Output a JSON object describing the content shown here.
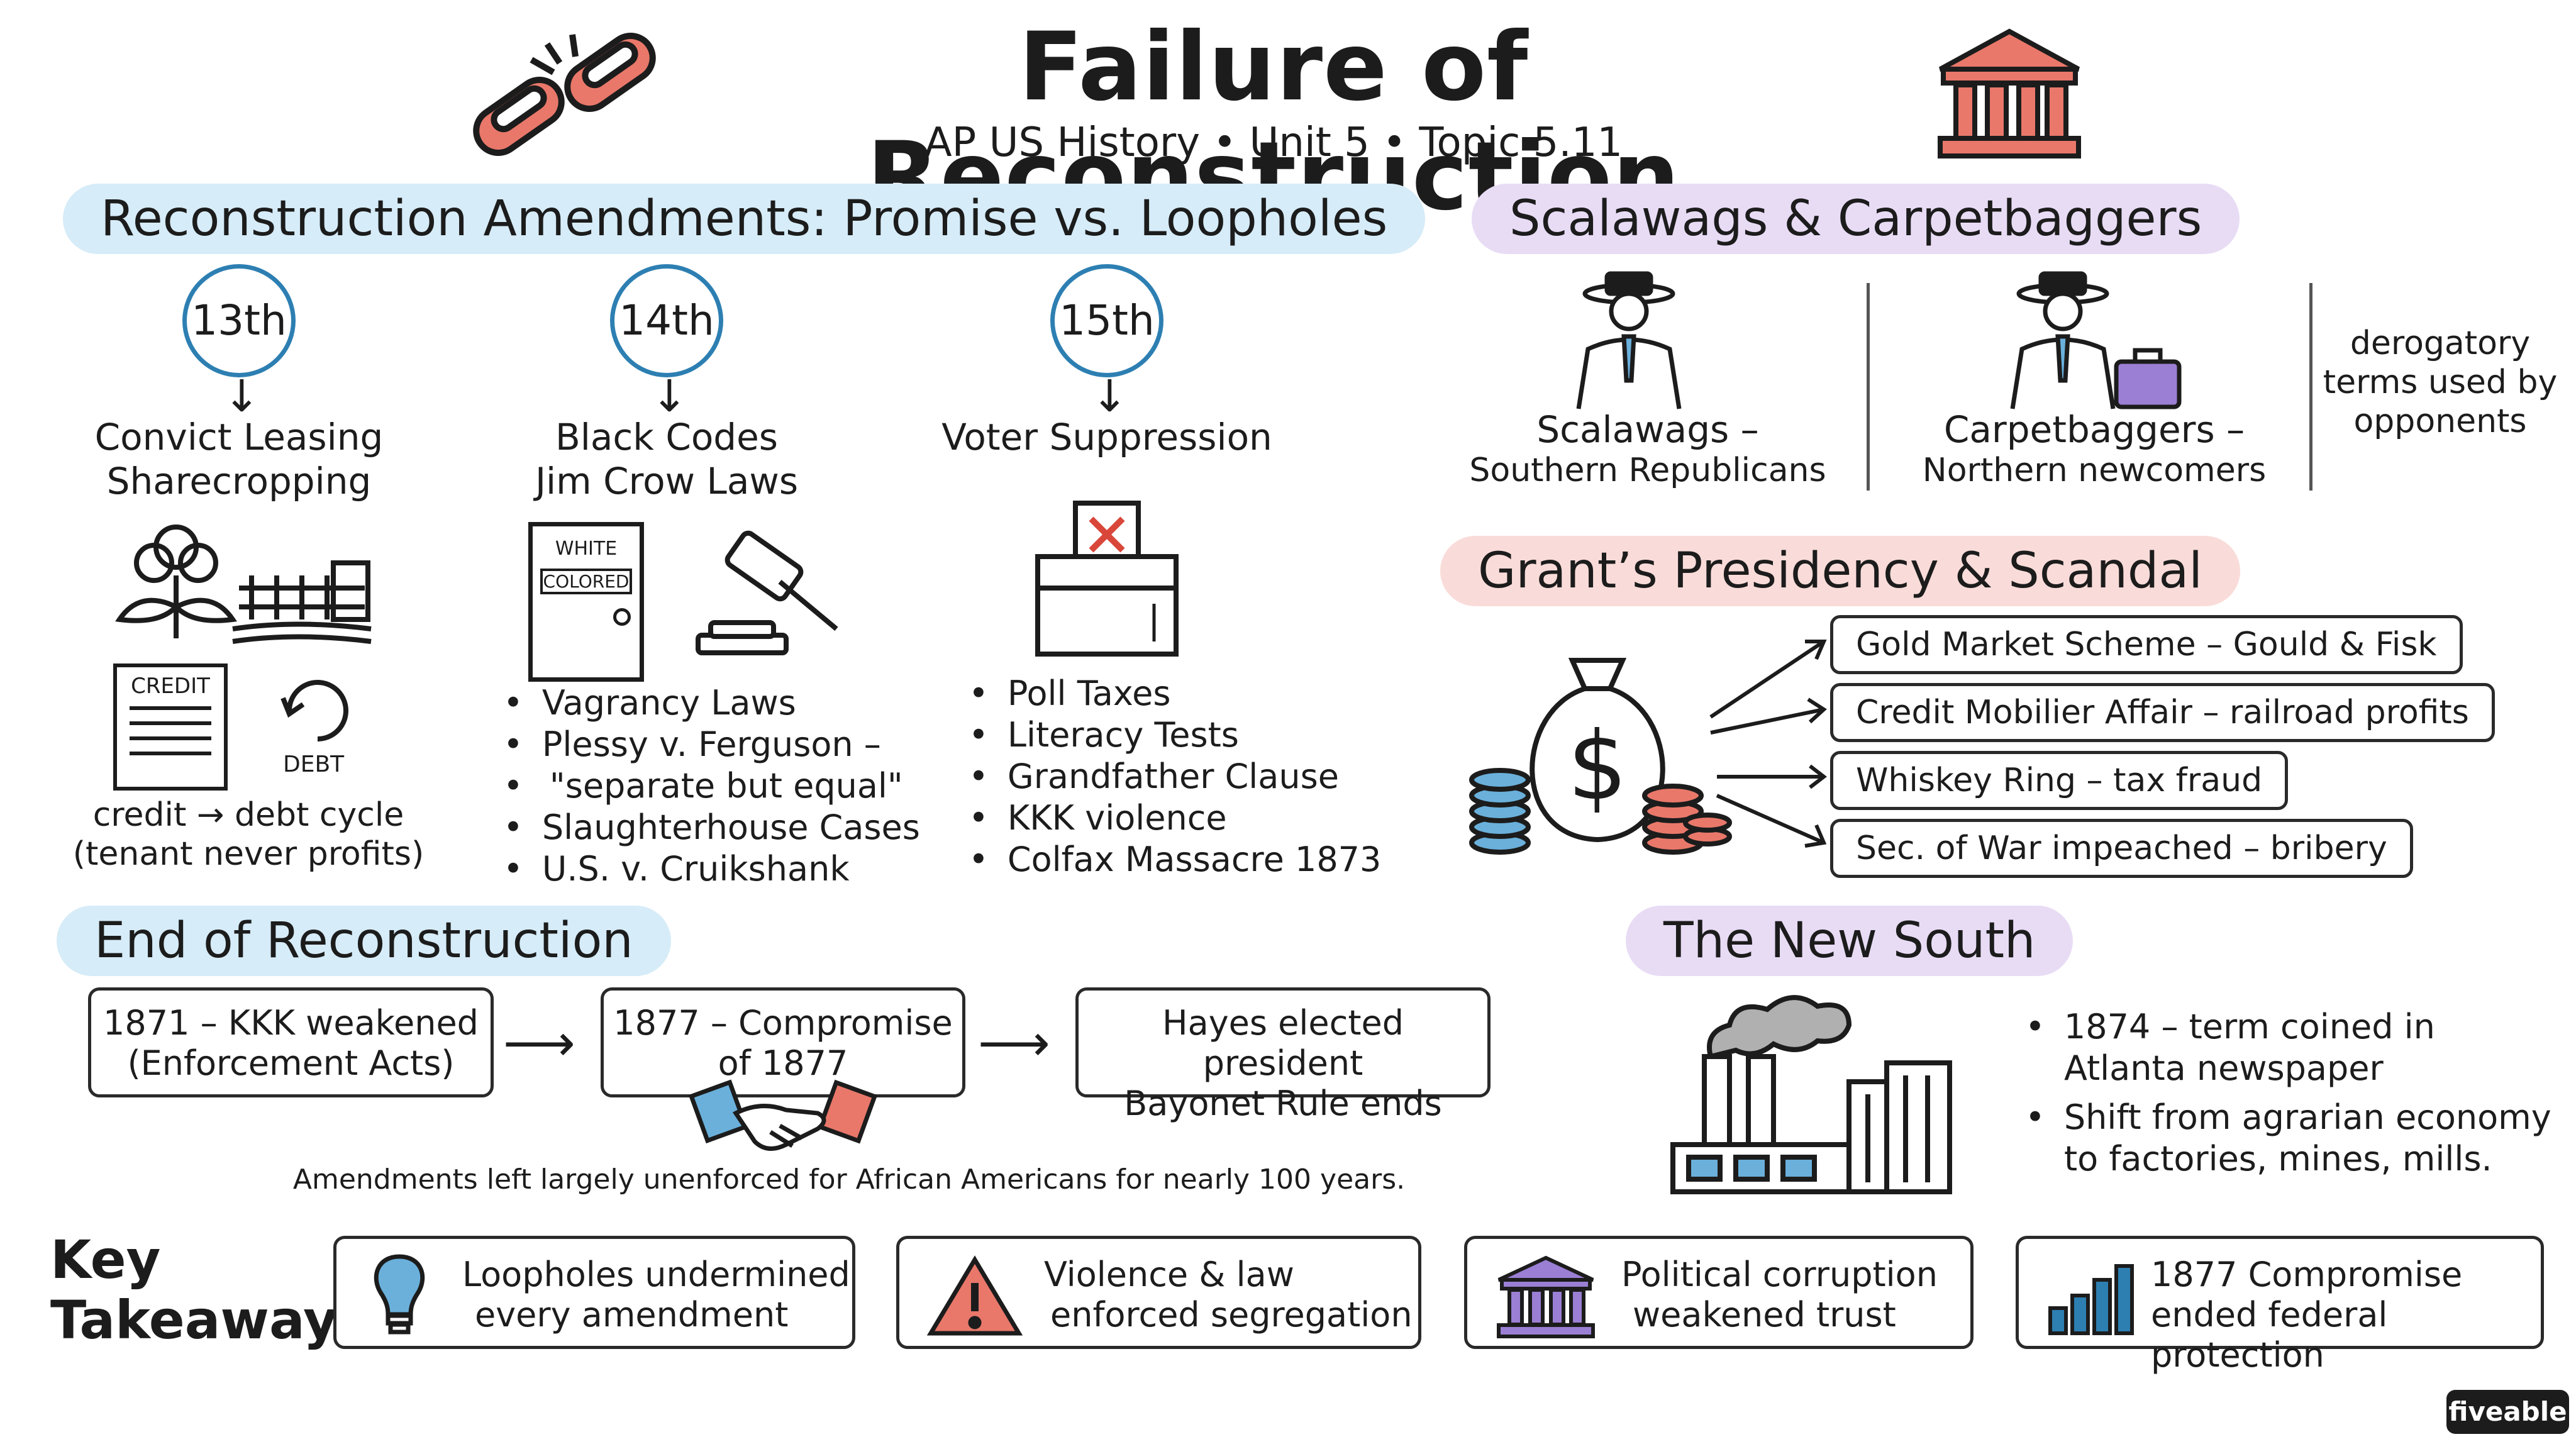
{
  "header": {
    "title": "Failure of Reconstruction",
    "subtitle": "AP US History • Unit 5 • Topic 5.11"
  },
  "amendments": {
    "heading": "Reconstruction Amendments: Promise vs. Loopholes",
    "columns": [
      {
        "number": "13th",
        "lines": [
          "Convict Leasing",
          "Sharecropping"
        ],
        "credit_label": "CREDIT",
        "debt_label": "DEBT",
        "note": [
          "credit → debt cycle",
          "(tenant never profits)"
        ]
      },
      {
        "number": "14th",
        "lines": [
          "Black Codes",
          "Jim Crow Laws"
        ],
        "door_white": "WHITE",
        "door_colored": "COLORED",
        "bullets": [
          "Vagrancy Laws",
          "Plessy v. Ferguson –",
          "\"separate but equal\"",
          "Slaughterhouse Cases",
          "U.S. v. Cruikshank"
        ]
      },
      {
        "number": "15th",
        "lines": [
          "Voter Suppression"
        ],
        "bullets": [
          "Poll Taxes",
          "Literacy Tests",
          "Grandfather Clause",
          "KKK violence",
          "Colfax Massacre 1873"
        ]
      }
    ]
  },
  "scalawags": {
    "heading": "Scalawags & Carpetbaggers",
    "left": {
      "title": "Scalawags –",
      "desc": "Southern Republicans"
    },
    "right": {
      "title": "Carpetbaggers –",
      "desc": "Northern newcomers"
    },
    "note": [
      "derogatory",
      "terms used by",
      "opponents"
    ]
  },
  "grant": {
    "heading": "Grant’s Presidency & Scandal",
    "scandals": [
      "Gold Market Scheme – Gould & Fisk",
      "Credit Mobilier Affair – railroad profits",
      "Whiskey Ring – tax fraud",
      "Sec. of War impeached – bribery"
    ]
  },
  "end": {
    "heading": "End of Reconstruction",
    "steps": [
      [
        "1871 – KKK weakened",
        "(Enforcement Acts)"
      ],
      [
        "1877 – Compromise",
        "of 1877"
      ],
      [
        "Hayes elected president",
        "Bayonet Rule ends"
      ]
    ],
    "footnote": "Amendments left largely unenforced for African Americans for nearly 100 years."
  },
  "new_south": {
    "heading": "The New South",
    "bullets": [
      [
        "1874 – term coined in",
        "Atlanta newspaper"
      ],
      [
        "Shift from agrarian economy",
        "to factories, mines, mills."
      ]
    ]
  },
  "takeaways": {
    "label": [
      "Key",
      "Takeaways:"
    ],
    "items": [
      {
        "icon": "lightbulb-icon",
        "lines": [
          "Loopholes undermined",
          "every amendment"
        ]
      },
      {
        "icon": "warning-icon",
        "lines": [
          "Violence & law",
          "enforced segregation"
        ]
      },
      {
        "icon": "capitol-icon",
        "lines": [
          "Political corruption",
          "weakened trust"
        ]
      },
      {
        "icon": "bar-chart-icon",
        "lines": [
          "1877 Compromise",
          "ended federal protection"
        ]
      }
    ]
  },
  "brand": "fiveable",
  "colors": {
    "accent_blue": "#2d7fb2",
    "band_blue": "#d6ecf8",
    "band_violet": "#e8dcf5",
    "band_pink": "#f9dcd9",
    "coral": "#e9786a",
    "purple": "#9b7fd4"
  }
}
